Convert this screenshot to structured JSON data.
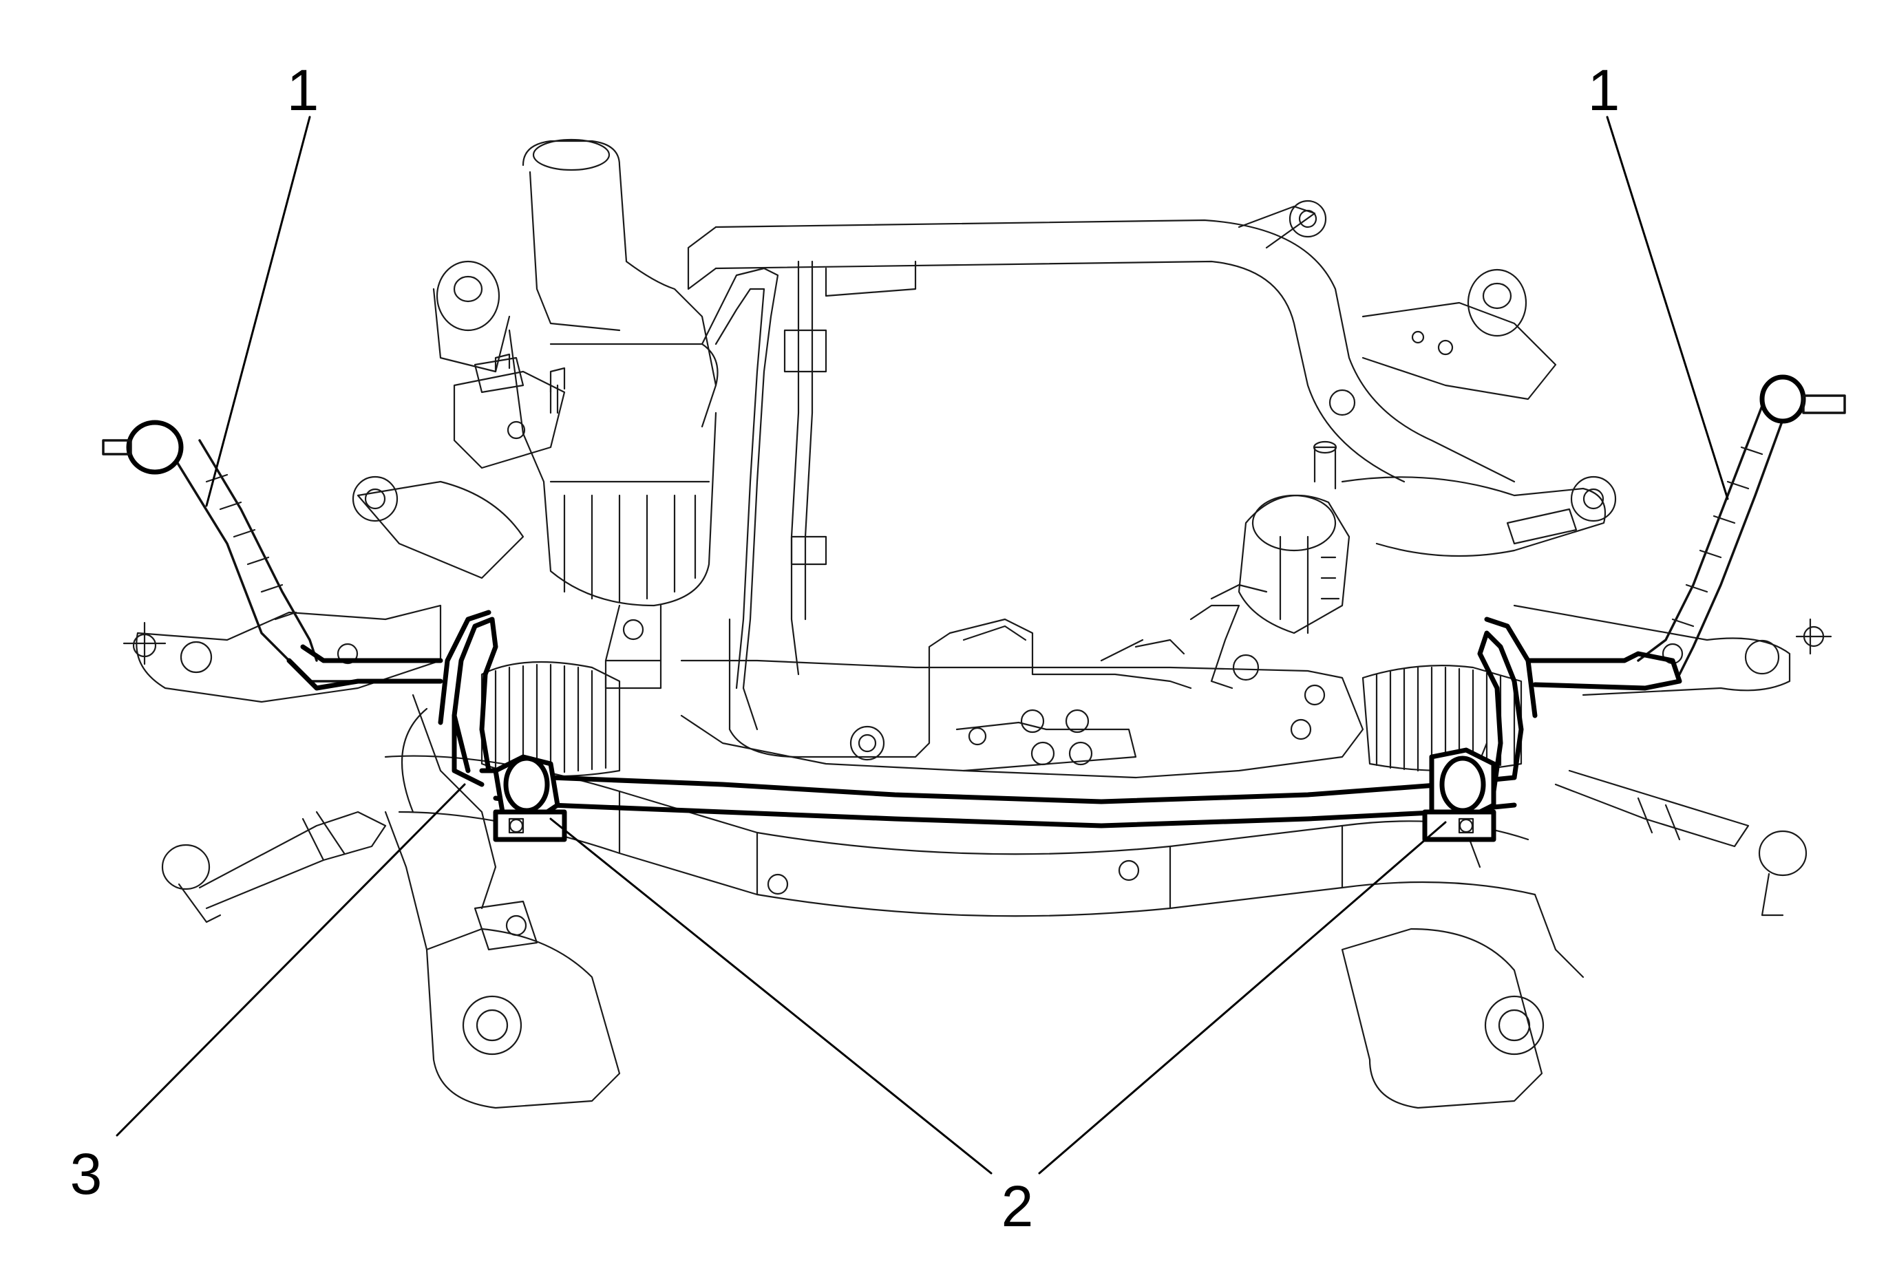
{
  "diagram": {
    "subject": "front-subframe-stabilizer-bar-assembly",
    "colors": {
      "line": "#000000",
      "background": "#ffffff"
    },
    "callouts": [
      {
        "id": "callout-1-left",
        "label": "1"
      },
      {
        "id": "callout-1-right",
        "label": "1"
      },
      {
        "id": "callout-2",
        "label": "2"
      },
      {
        "id": "callout-3",
        "label": "3"
      }
    ]
  }
}
